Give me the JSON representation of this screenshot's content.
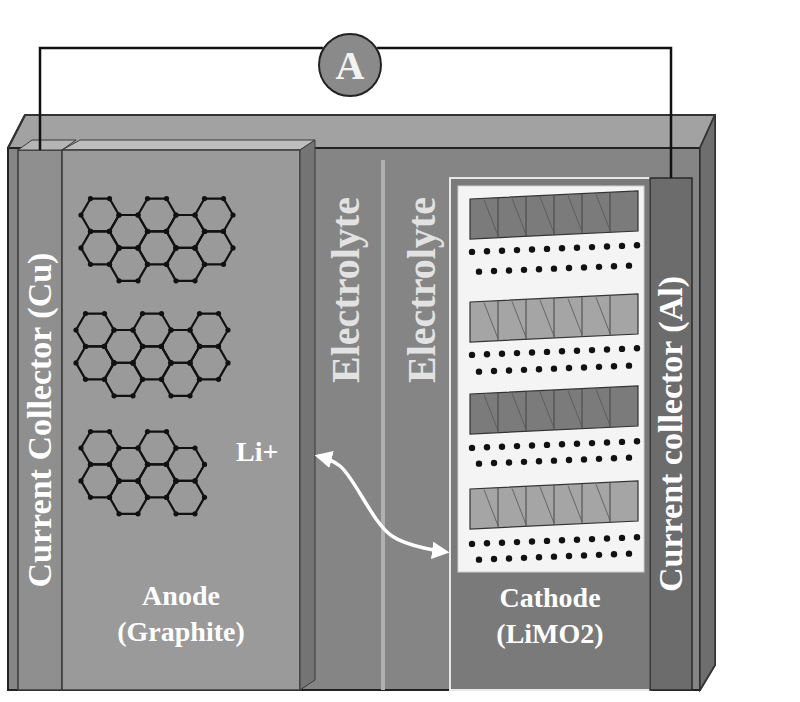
{
  "diagram": {
    "nodes": [
      {
        "text": [
          "A"
        ]
      },
      {
        "text": [
          "Current Collector (Cu)"
        ]
      },
      {
        "text": [
          "Anode (Graphite)"
        ]
      },
      {
        "text": [
          "Cathode (LiMO2)"
        ]
      },
      {
        "text": [
          "Current collector (Al)"
        ]
      }
    ],
    "edges": [
      {
        "from": 1,
        "to": 0,
        "arrow": "none"
      },
      {
        "from": 0,
        "to": 4,
        "arrow": "none"
      },
      {
        "from": 2,
        "to": 3,
        "arrow": "both"
      }
    ],
    "labels": [
      "Electrolyte",
      "Electrolyte",
      "Li+"
    ]
  }
}
